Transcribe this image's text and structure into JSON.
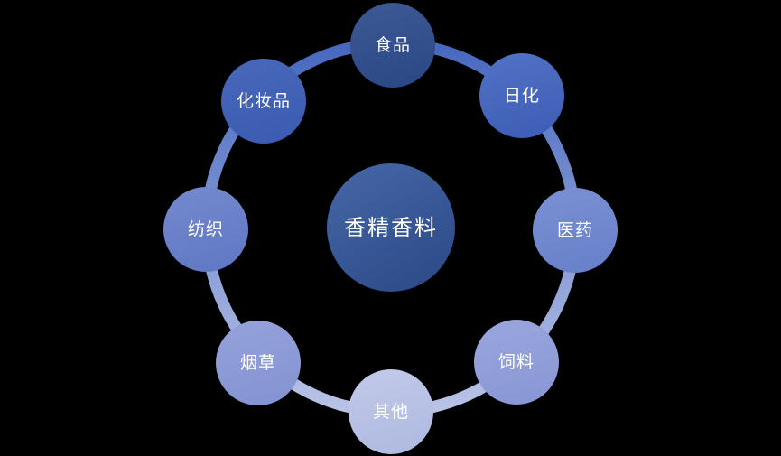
{
  "background_color": "#000000",
  "text_color": "#ffffff",
  "ring": {
    "color_top": "#4768C0",
    "color_bottom": "#B9C3E6"
  },
  "center": {
    "label": "香精香料",
    "color_top": "#4667A8",
    "color_bottom": "#2B4885"
  },
  "nodes": [
    {
      "label": "食品",
      "color_top": "#3D5A95",
      "color_bottom": "#2A4785"
    },
    {
      "label": "日化",
      "color_top": "#5272C6",
      "color_bottom": "#3C5DB4"
    },
    {
      "label": "医药",
      "color_top": "#7C91D4",
      "color_bottom": "#667FC9"
    },
    {
      "label": "饲料",
      "color_top": "#9AA7DE",
      "color_bottom": "#8795D4"
    },
    {
      "label": "其他",
      "color_top": "#C2CAE9",
      "color_bottom": "#AEB9E0"
    },
    {
      "label": "烟草",
      "color_top": "#95A2DA",
      "color_bottom": "#8392D2"
    },
    {
      "label": "纺织",
      "color_top": "#7489CE",
      "color_bottom": "#5F78C4"
    },
    {
      "label": "化妆品",
      "color_top": "#4968BC",
      "color_bottom": "#3A5BB0"
    }
  ]
}
